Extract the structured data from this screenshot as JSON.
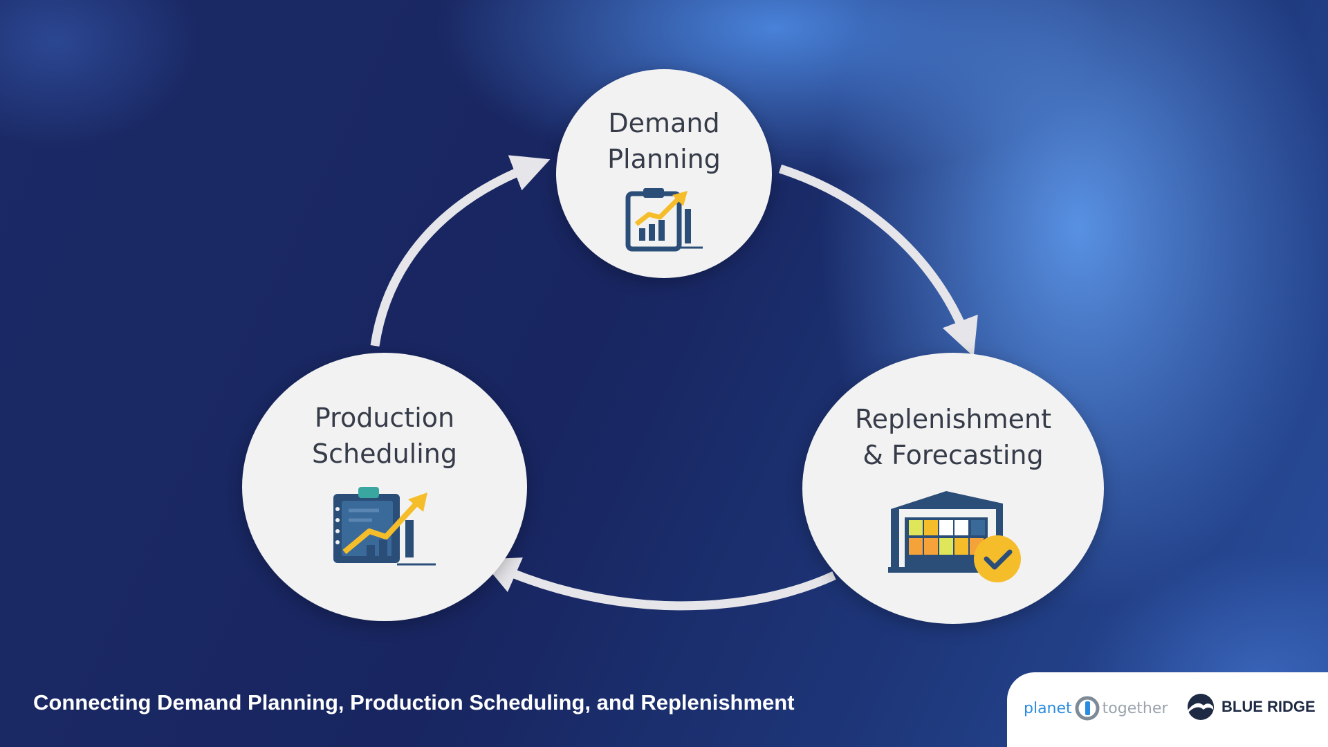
{
  "diagram": {
    "nodes": [
      {
        "id": "demand",
        "label_line1": "Demand",
        "label_line2": "Planning",
        "icon": "clipboard-chart-icon"
      },
      {
        "id": "production",
        "label_line1": "Production",
        "label_line2": "Scheduling",
        "icon": "clipboard-growth-chart-icon"
      },
      {
        "id": "replenish",
        "label_line1": "Replenishment",
        "label_line2": "& Forecasting",
        "icon": "warehouse-check-icon"
      }
    ],
    "cycle": [
      "demand",
      "replenish",
      "production",
      "demand"
    ]
  },
  "caption": "Connecting Demand Planning, Production Scheduling, and Replenishment",
  "logos": {
    "planet_word": "planet",
    "together_word": "together",
    "blue_ridge_word": "BLUE RIDGE"
  },
  "colors": {
    "node_fill": "#f2f2f2",
    "arrow": "#e6e6ea",
    "icon_navy": "#2a4e78",
    "icon_yellow": "#f6bd2a",
    "icon_orange": "#f4a239",
    "caption_text": "#ffffff"
  }
}
